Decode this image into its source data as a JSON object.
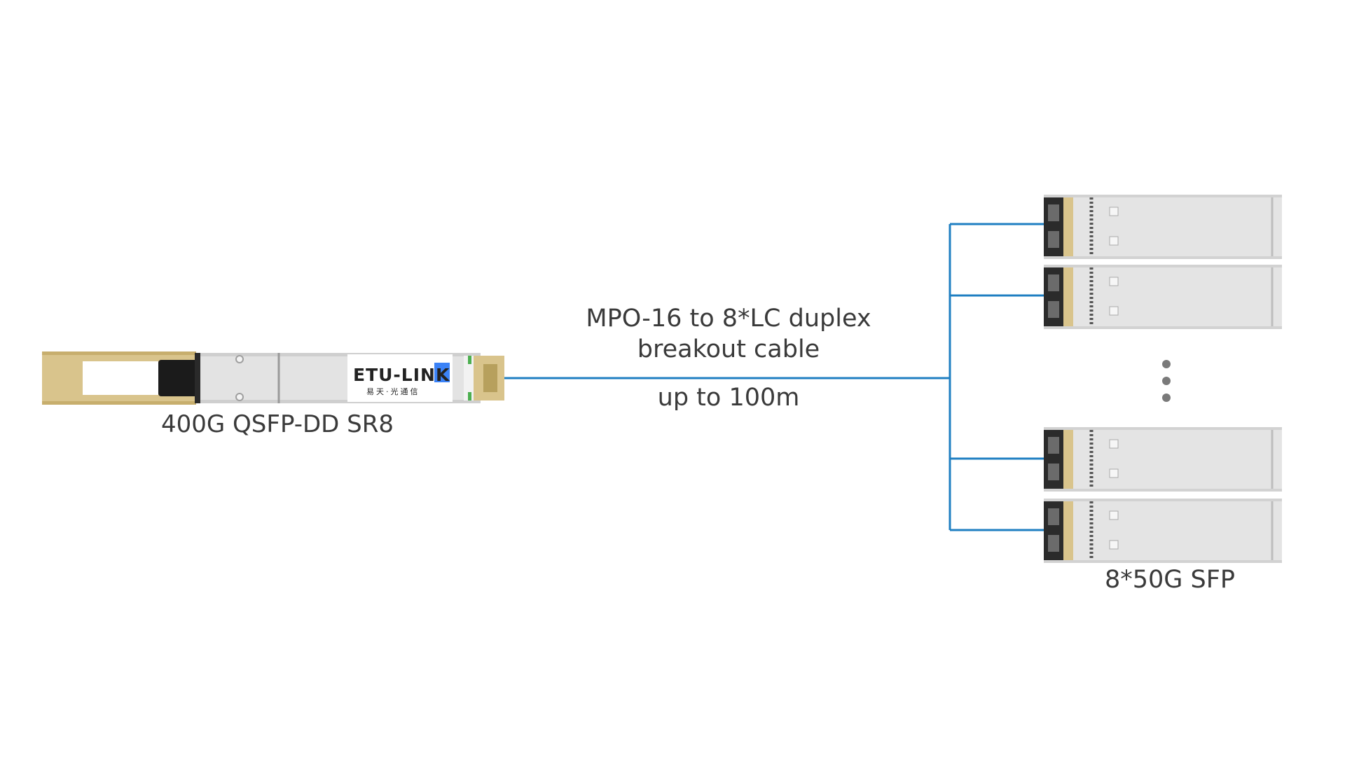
{
  "diagram": {
    "transceiver": {
      "label": "400G QSFP-DD SR8",
      "logo": {
        "brand": "ETU-LINK",
        "subtitle": "易天·光通信"
      }
    },
    "cable": {
      "description_line1": "MPO-16 to 8*LC duplex",
      "description_line2": "breakout cable",
      "distance": "up to 100m"
    },
    "endpoints": {
      "label": "8*50G SFP",
      "visible_modules": 4,
      "ellipsis": "⋮"
    },
    "colors": {
      "cable": "#1f7fc2",
      "gold": "#d9c48c",
      "module_body": "#e2e2e2",
      "module_edge": "#c8c8c8",
      "text": "#3a3a3a",
      "logo_accent": "#3b82f6"
    }
  }
}
